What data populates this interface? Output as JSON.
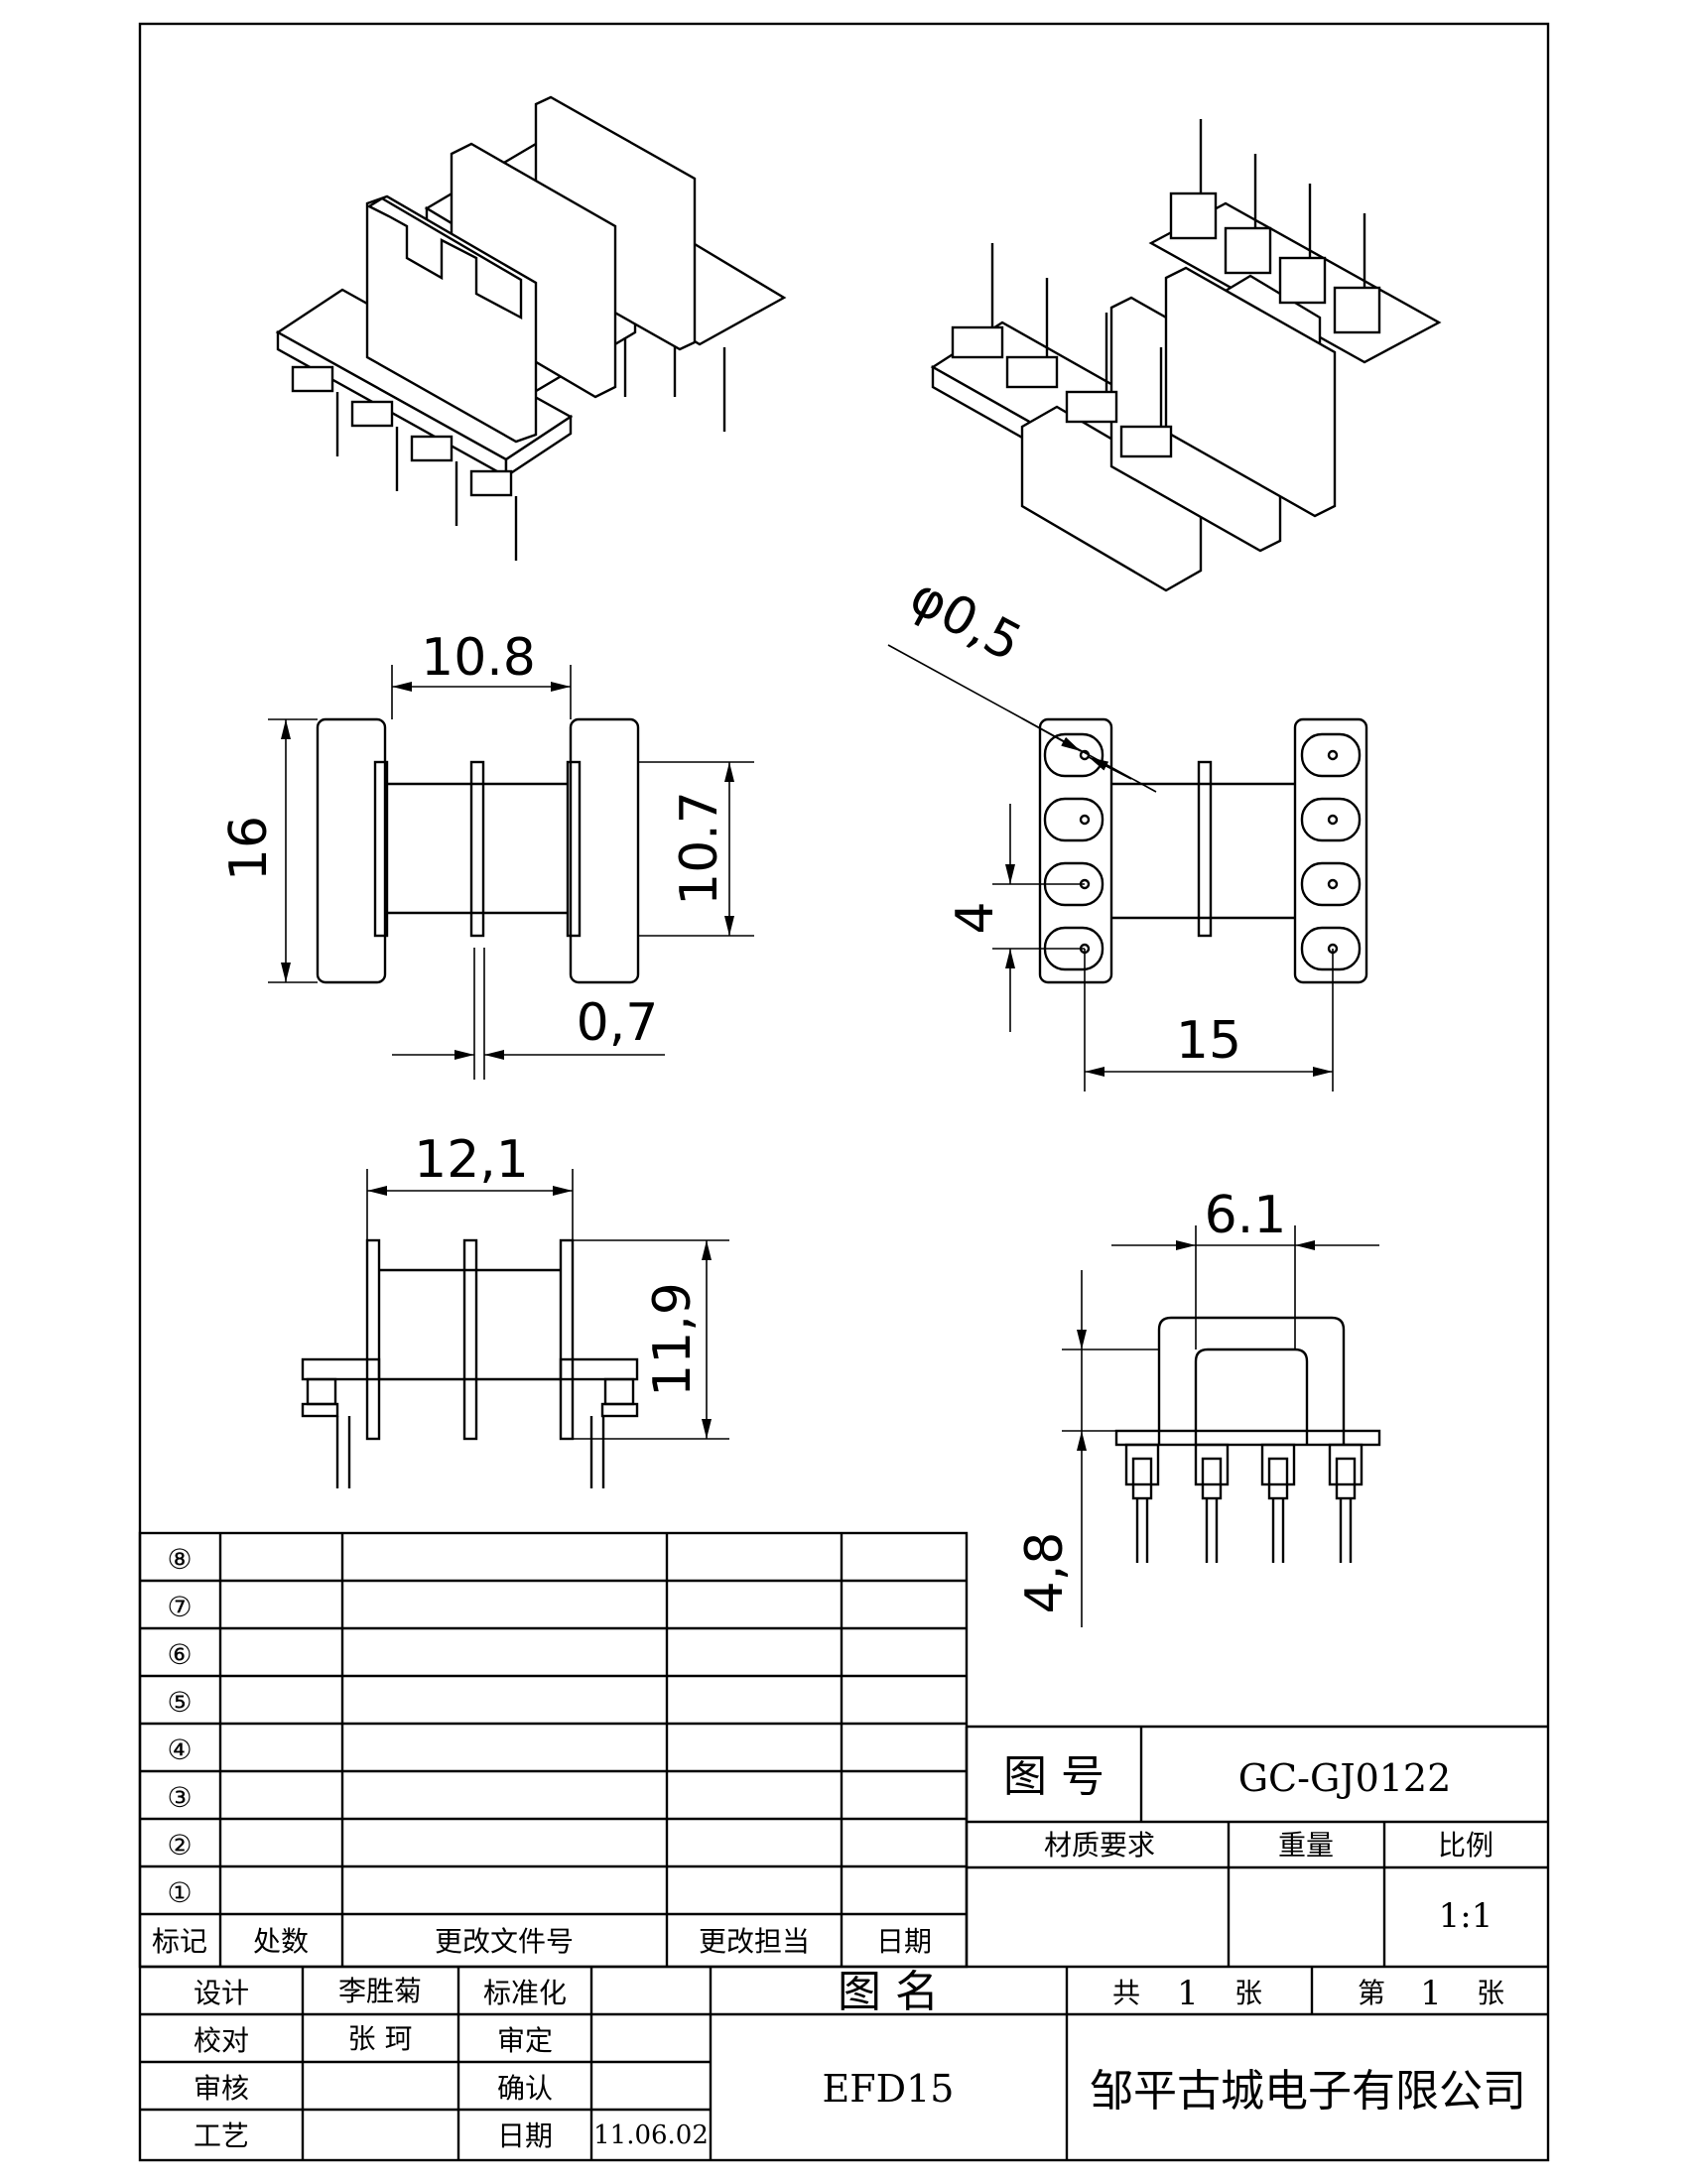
{
  "dimensions": {
    "d1": "10.8",
    "d2": "16",
    "d3": "10.7",
    "d4": "0,7",
    "d5": "φ0,5",
    "d6": "4",
    "d7": "15",
    "d8": "12,1",
    "d9": "11,9",
    "d10": "6.1",
    "d11": "4,8"
  },
  "revision": {
    "rows": [
      "⑧",
      "⑦",
      "⑥",
      "⑤",
      "④",
      "③",
      "②",
      "①"
    ],
    "headers": {
      "mark": "标记",
      "place": "处数",
      "doc": "更改文件号",
      "person": "更改担当",
      "date": "日期"
    }
  },
  "title_block": {
    "drawing_no_label": "图  号",
    "drawing_no": "GC-GJ0122",
    "material_label": "材质要求",
    "weight_label": "重量",
    "scale_label": "比例",
    "scale": "1:1",
    "design_label": "设计",
    "design": "李胜菊",
    "standard_label": "标准化",
    "check_label": "校对",
    "check": "张  珂",
    "review_label": "审定",
    "audit_label": "审核",
    "confirm_label": "确认",
    "craft_label": "工艺",
    "date_label": "日期",
    "date": "11.06.02",
    "name_label": "图  名",
    "name": "EFD15",
    "total_label": "共",
    "total": "1",
    "sheet_unit1": "张",
    "sheet_label": "第",
    "sheet": "1",
    "sheet_unit2": "张",
    "company": "邹平古城电子有限公司"
  }
}
